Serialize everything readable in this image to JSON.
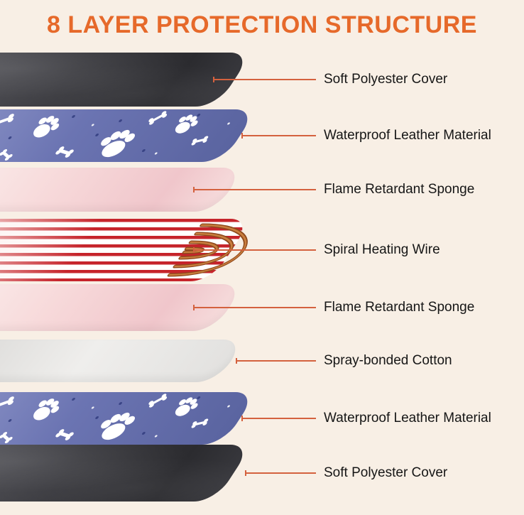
{
  "title": "8 LAYER PROTECTION STRUCTURE",
  "colors": {
    "title_accent": "#e6692a",
    "leader_line": "#d4613e",
    "label_text": "#161616",
    "background": "#f8efe5",
    "leather_blue": "#6b74b2",
    "wire_red": "#c6242b",
    "copper": "#8f4a1d"
  },
  "layers": [
    {
      "label": "Soft Polyester Cover",
      "pattern": "dark polyester fabric"
    },
    {
      "label": "Waterproof Leather Material",
      "pattern": "blue leather with white paw and bone print"
    },
    {
      "label": "Flame Retardant Sponge",
      "pattern": "pink sponge"
    },
    {
      "label": "Spiral Heating Wire",
      "pattern": "red striped wire with copper spiral loops"
    },
    {
      "label": "Flame Retardant Sponge",
      "pattern": "pink sponge"
    },
    {
      "label": "Spray-bonded Cotton",
      "pattern": "white spray-bonded cotton"
    },
    {
      "label": "Waterproof Leather Material",
      "pattern": "blue leather with white paw and bone print"
    },
    {
      "label": "Soft Polyester Cover",
      "pattern": "dark polyester fabric"
    }
  ]
}
